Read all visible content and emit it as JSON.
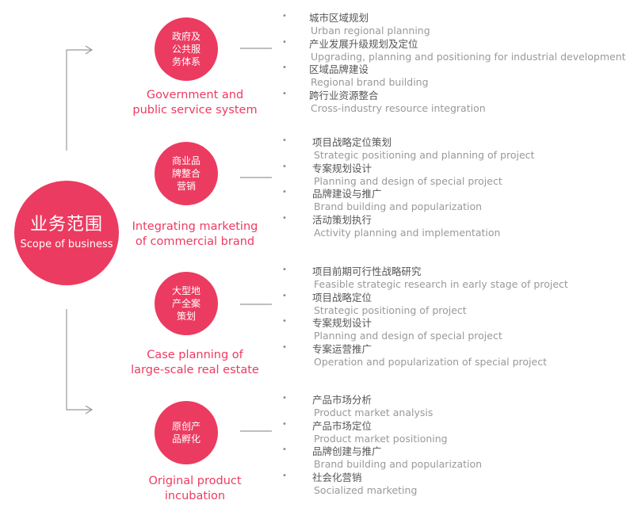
{
  "colors": {
    "accent": "#ec3b60",
    "connector": "#999999",
    "item_zh": "#555555",
    "item_en": "#999999"
  },
  "center": {
    "zh": "业务范围",
    "en": "Scope of business"
  },
  "bullet": "•",
  "categories": [
    {
      "circle": "政府及公共服务体系",
      "label_lines": [
        "Government and",
        "public service system"
      ],
      "items": [
        {
          "zh": "城市区域规划",
          "en": "Urban regional planning"
        },
        {
          "zh": "产业发展升级规划及定位",
          "en": "Upgrading, planning and positioning for industrial development"
        },
        {
          "zh": "区域品牌建设",
          "en": "Regional brand building"
        },
        {
          "zh": "跨行业资源整合",
          "en": "Cross-industry resource integration"
        }
      ]
    },
    {
      "circle": "商业品牌整合营销",
      "label_lines": [
        "Integrating marketing",
        "of commercial brand"
      ],
      "items": [
        {
          "zh": "项目战略定位策划",
          "en": "Strategic positioning and planning of project"
        },
        {
          "zh": "专案规划设计",
          "en": "Planning and design of special project"
        },
        {
          "zh": "品牌建设与推广",
          "en": "Brand building and popularization"
        },
        {
          "zh": "活动策划执行",
          "en": "Activity planning and implementation"
        }
      ]
    },
    {
      "circle": "大型地产全案策划",
      "label_lines": [
        "Case planning of",
        "large-scale real estate"
      ],
      "items": [
        {
          "zh": "项目前期可行性战略研究",
          "en": "Feasible strategic research in early stage of project"
        },
        {
          "zh": "项目战略定位",
          "en": "Strategic positioning of project"
        },
        {
          "zh": "专案规划设计",
          "en": "Planning and design of special project"
        },
        {
          "zh": "专案运营推广",
          "en": "Operation and popularization of special project"
        }
      ]
    },
    {
      "circle": "原创产品孵化",
      "label_lines": [
        "Original product",
        "incubation"
      ],
      "items": [
        {
          "zh": "产品市场分析",
          "en": "Product market analysis"
        },
        {
          "zh": "产品市场定位",
          "en": "Product market positioning"
        },
        {
          "zh": "品牌创建与推广",
          "en": "Brand building and popularization"
        },
        {
          "zh": "社会化营销",
          "en": "Socialized marketing"
        }
      ]
    }
  ]
}
